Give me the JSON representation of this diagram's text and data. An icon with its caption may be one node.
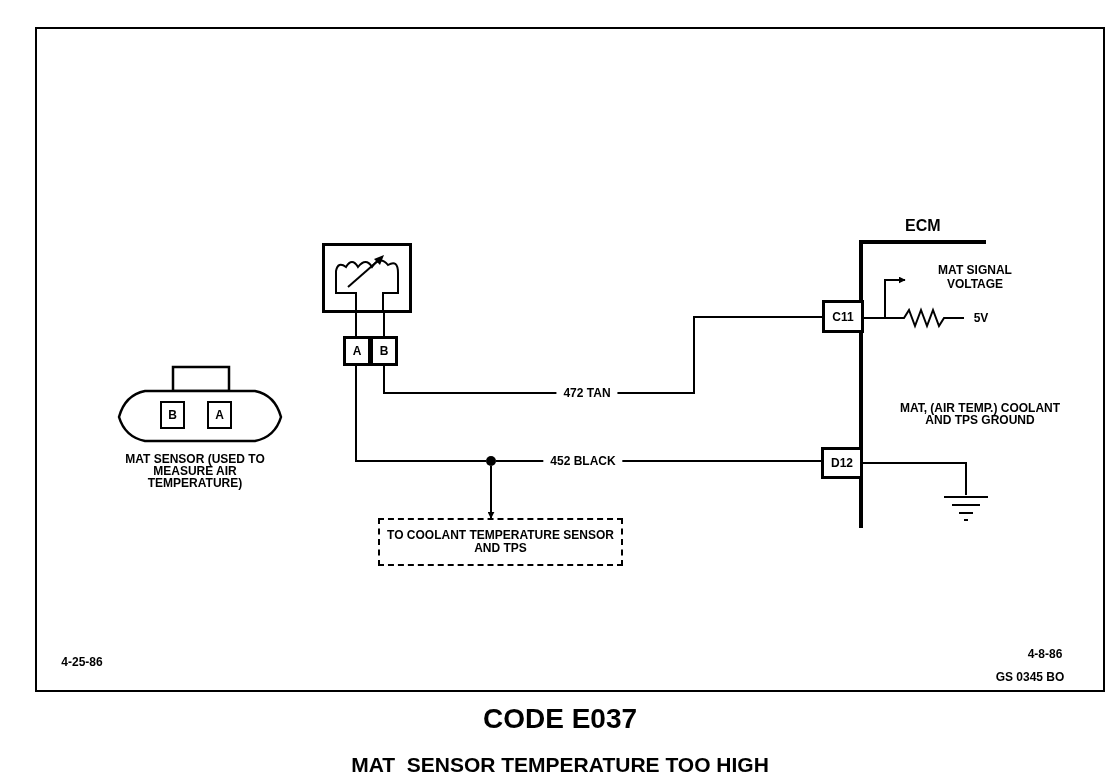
{
  "diagram": {
    "title": "CODE E037",
    "caption": "MAT  SENSOR TEMPERATURE TOO HIGH",
    "nodes": [
      {
        "text": [],
        "shape": "picture"
      },
      {
        "text": [
          "A"
        ]
      },
      {
        "text": [
          "B"
        ]
      },
      {
        "text": [
          "MAT SENSOR (USED TO MEASURE AIR TEMPERATURE)"
        ]
      },
      {
        "text": [
          "B"
        ],
        "in": 3
      },
      {
        "text": [
          "A"
        ],
        "in": 3
      },
      {
        "text": [
          "ECM"
        ]
      },
      {
        "text": [
          "C11"
        ]
      },
      {
        "text": [
          "D12"
        ]
      },
      {
        "text": [
          "TO COOLANT TEMPERATURE SENSOR AND TPS"
        ]
      },
      {
        "text": [],
        "shape": "circle"
      },
      {
        "text": [],
        "shape": "ground"
      }
    ],
    "edges": [
      {
        "from": 0,
        "to": 1,
        "arrow": "none"
      },
      {
        "from": 0,
        "to": 2,
        "arrow": "none"
      },
      {
        "from": 2,
        "to": 7,
        "arrow": "none",
        "label": "472 TAN"
      },
      {
        "from": 1,
        "to": 10,
        "arrow": "none"
      },
      {
        "from": 10,
        "to": 8,
        "arrow": "none",
        "label": "452 BLACK"
      },
      {
        "from": 10,
        "to": 9,
        "arrow": "to"
      },
      {
        "from": 8,
        "to": 11,
        "arrow": "none"
      },
      {
        "from": 7,
        "to": null,
        "arrow": "to",
        "label": "MAT SIGNAL VOLTAGE"
      }
    ],
    "labels": [
      "5V",
      "MAT, (AIR TEMP.) COOLANT AND TPS GROUND",
      "4-25-86",
      "4-8-86",
      "GS 0345 BO"
    ]
  }
}
